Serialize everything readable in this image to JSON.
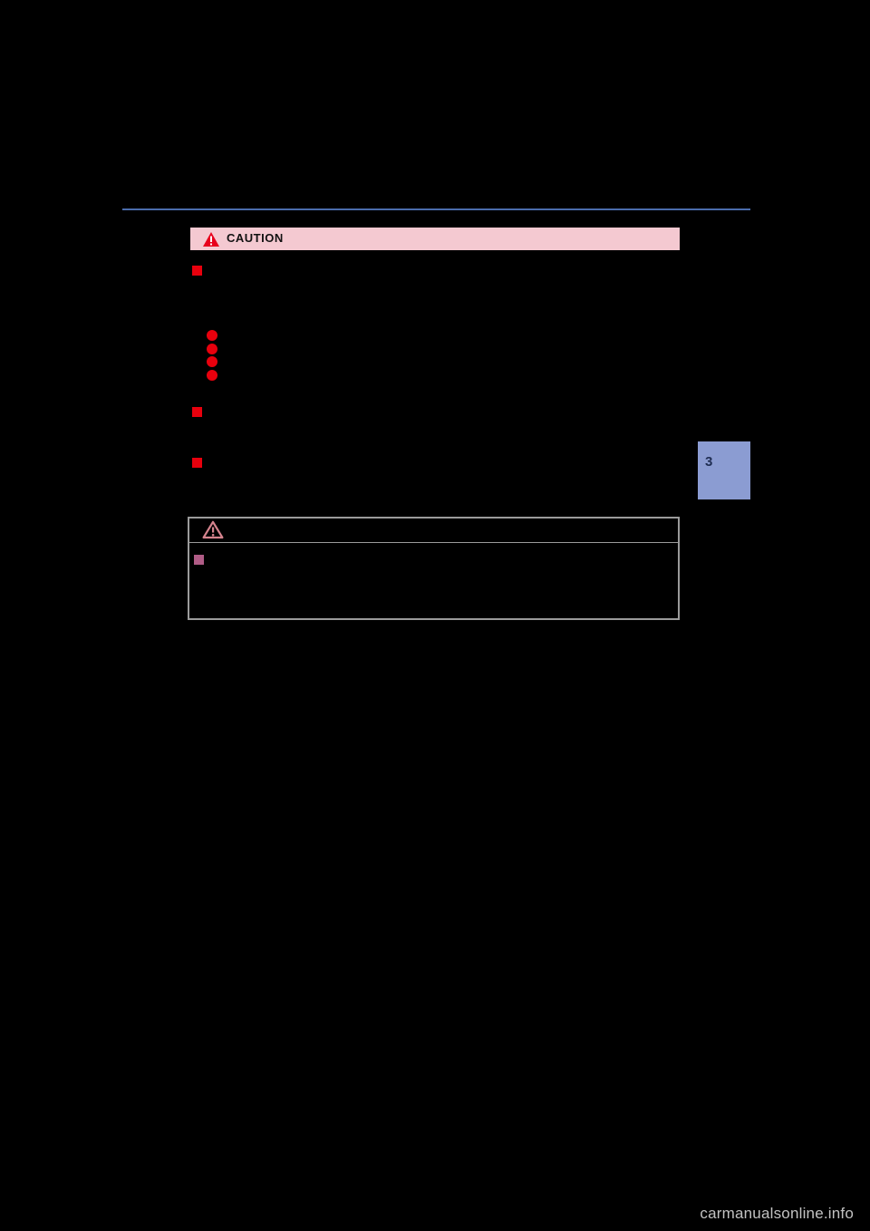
{
  "page": {
    "background": "#000000",
    "header_rule_color": "#4a6cac"
  },
  "caution_banner": {
    "label": "CAUTION",
    "background": "#f4c9d1",
    "text_color": "#111111",
    "icon": "warning-triangle-icon",
    "icon_color": "#e8001d"
  },
  "bullets": {
    "square_color": "#e8000d",
    "circle_color": "#e8000d",
    "square_count": 3,
    "circle_count": 4
  },
  "section_tab": {
    "number": "3",
    "background": "#8b9cd2",
    "text_color": "#1f2d52"
  },
  "notice_box": {
    "border_color": "#9b9b9b",
    "icon": "warning-triangle-outline-icon",
    "icon_color": "#d4838d",
    "bullet_color": "#b05c86"
  },
  "watermark": {
    "text": "carmanualsonline.info",
    "color": "#c2c2c2"
  }
}
